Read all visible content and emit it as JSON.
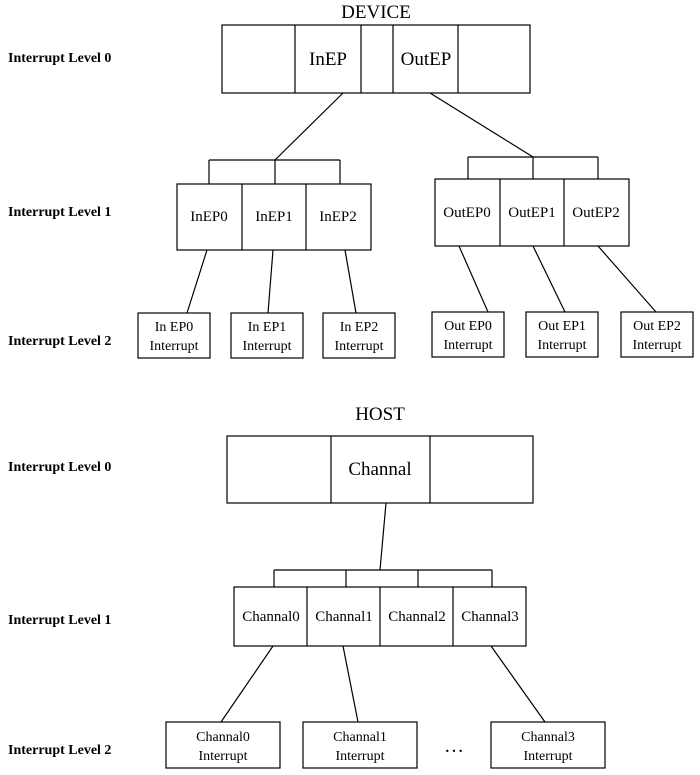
{
  "device": {
    "title": "DEVICE",
    "level_labels": [
      "Interrupt Level 0",
      "Interrupt Level 1",
      "Interrupt Level 2"
    ],
    "level0_cells": [
      "",
      "InEP",
      "",
      "OutEP",
      ""
    ],
    "in_endpoints": [
      "InEP0",
      "InEP1",
      "InEP2"
    ],
    "out_endpoints": [
      "OutEP0",
      "OutEP1",
      "OutEP2"
    ],
    "in_interrupts": [
      {
        "line1": "In EP0",
        "line2": "Interrupt"
      },
      {
        "line1": "In EP1",
        "line2": "Interrupt"
      },
      {
        "line1": "In EP2",
        "line2": "Interrupt"
      }
    ],
    "out_interrupts": [
      {
        "line1": "Out EP0",
        "line2": "Interrupt"
      },
      {
        "line1": "Out EP1",
        "line2": "Interrupt"
      },
      {
        "line1": "Out EP2",
        "line2": "Interrupt"
      }
    ]
  },
  "host": {
    "title": "HOST",
    "level_labels": [
      "Interrupt Level 0",
      "Interrupt Level 1",
      "Interrupt Level 2"
    ],
    "level0_cells": [
      "",
      "Channal",
      ""
    ],
    "channels": [
      "Channal0",
      "Channal1",
      "Channal2",
      "Channal3"
    ],
    "interrupts": [
      {
        "line1": "Channal0",
        "line2": "Interrupt"
      },
      {
        "line1": "Channal1",
        "line2": "Interrupt"
      },
      {
        "line1": "Channal3",
        "line2": "Interrupt"
      }
    ],
    "ellipsis": "…"
  },
  "colors": {
    "stroke": "#000000",
    "fill": "#ffffff",
    "text": "#000000"
  }
}
